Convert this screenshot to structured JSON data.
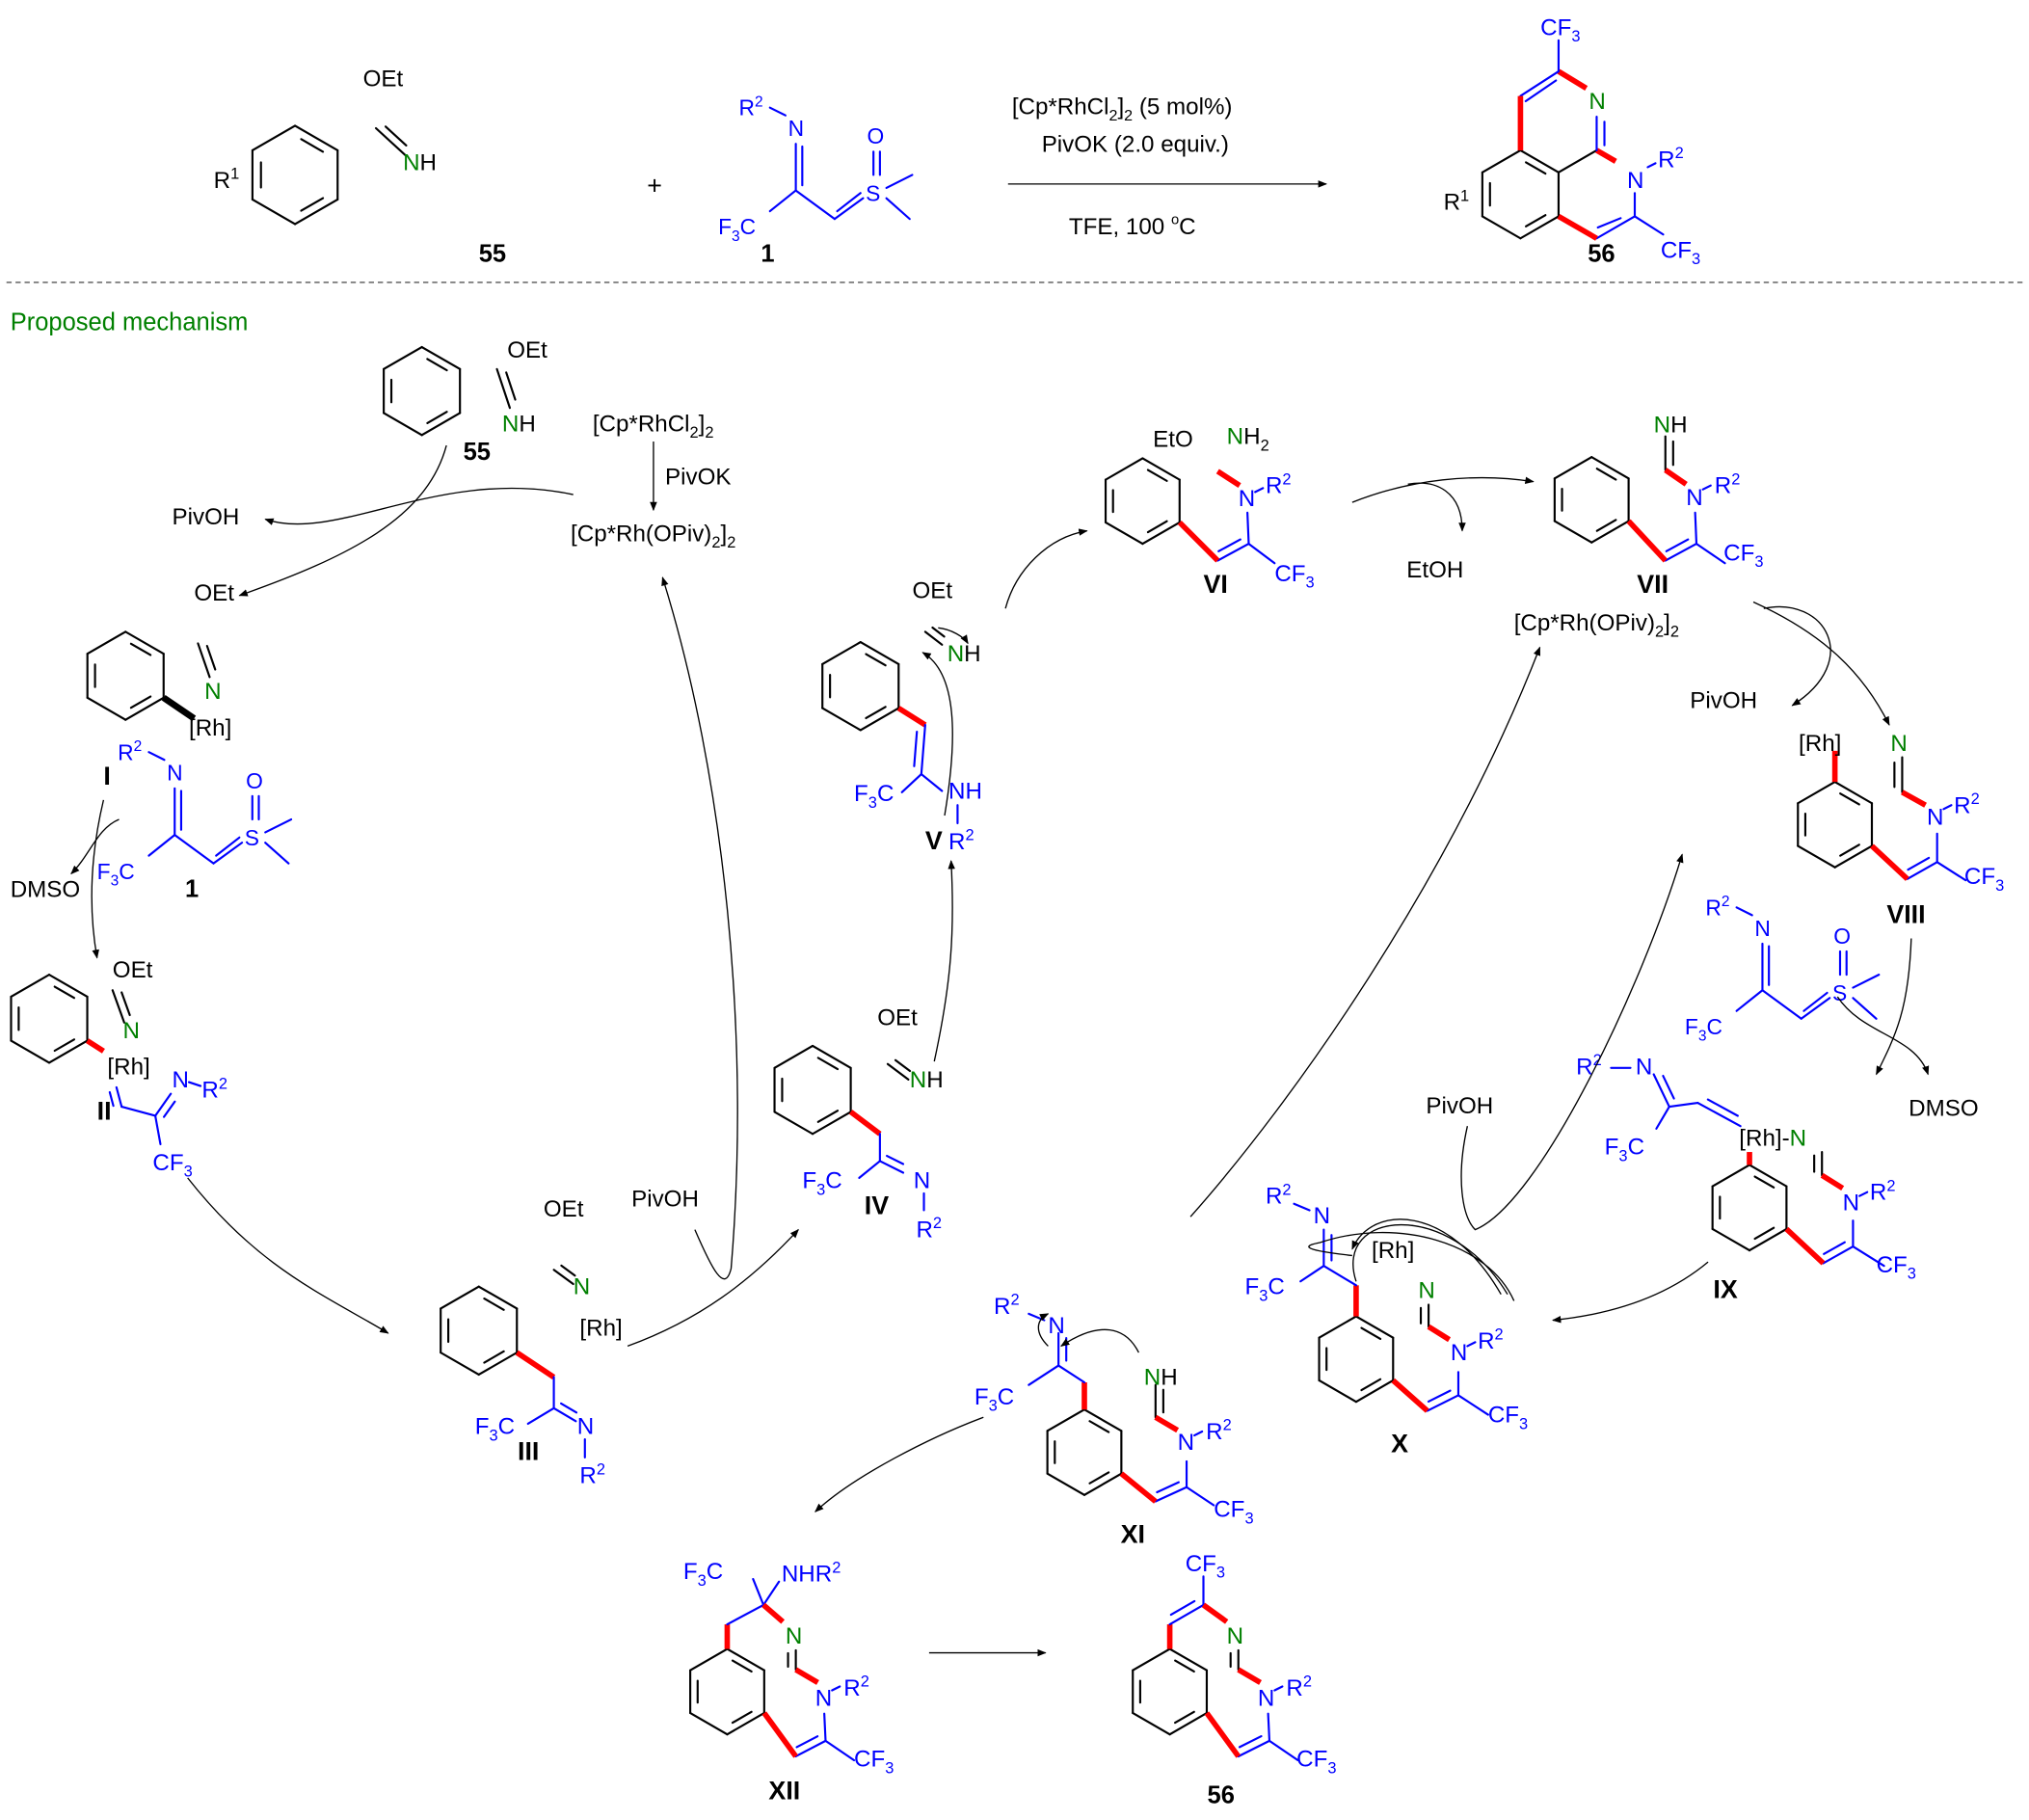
{
  "colors": {
    "black": "#000000",
    "blue": "#0000ff",
    "green": "#008000",
    "red": "#ff0000",
    "heading_green": "#008000"
  },
  "reaction": {
    "reagent1_label": "55",
    "reagent2_label": "1",
    "product_label": "56",
    "plus": "+",
    "conditions": {
      "catalyst": "[Cp*RhCl",
      "catalyst_sub1": "2",
      "catalyst_close": "]",
      "catalyst_sub2": "2",
      "catalyst_loading": " (5 mol%)",
      "additive": "PivOK (2.0 equiv.)",
      "solvent_temp": "TFE, 100 ",
      "degree": "o",
      "unit": "C"
    }
  },
  "mechanism": {
    "heading": "Proposed mechanism",
    "intermediates": [
      "I",
      "II",
      "III",
      "IV",
      "V",
      "VI",
      "VII",
      "VIII",
      "IX",
      "X",
      "XI",
      "XII"
    ],
    "catalyst_precursor": "[Cp*RhCl2]2",
    "base": "PivOK",
    "active_catalyst": "[Cp*Rh(OPiv)2]2",
    "byproducts": {
      "pivoh": "PivOH",
      "dmso": "DMSO",
      "etoh": "EtOH"
    },
    "atoms": {
      "OEt": "OEt",
      "EtO": "EtO",
      "NH": "NH",
      "N": "N",
      "H": "H",
      "NH2": "NH",
      "Rh": "[Rh]",
      "R": "R",
      "sup1": "1",
      "sup2": "2",
      "CF": "CF",
      "F": "F",
      "C": "C",
      "sub3": "3",
      "S": "S",
      "O": "O",
      "NHR": "NHR"
    }
  }
}
